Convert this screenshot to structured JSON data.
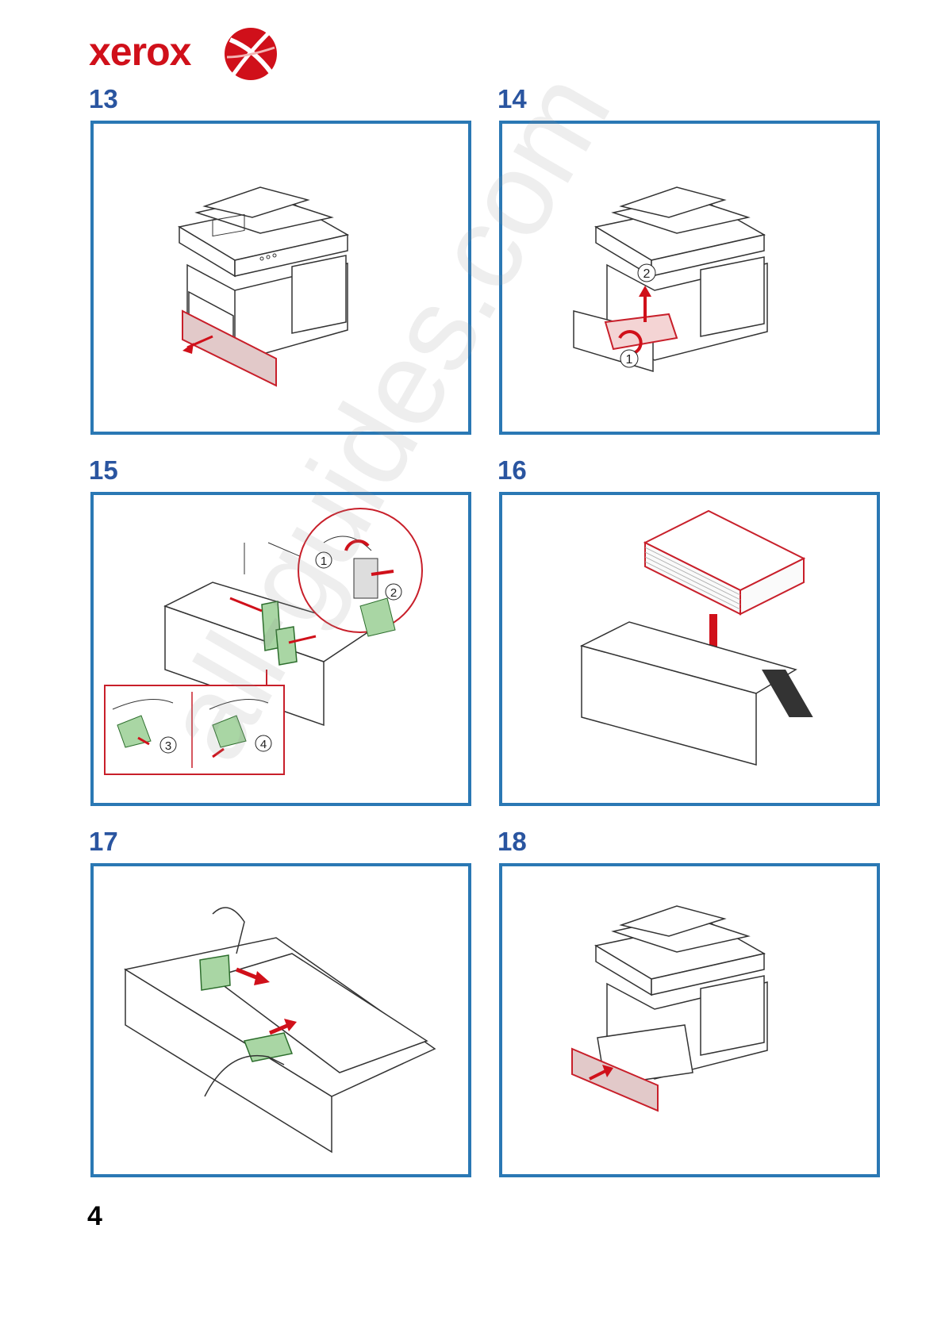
{
  "brand": {
    "name": "xerox",
    "color": "#d0101a"
  },
  "accent_color": "#2a55a0",
  "frame_color": "#2a78b4",
  "steps": [
    {
      "number": "13",
      "illustration": "pull-out-paper-tray",
      "callouts": []
    },
    {
      "number": "14",
      "illustration": "remove-tray-from-printer",
      "callouts": [
        "1",
        "2"
      ]
    },
    {
      "number": "15",
      "illustration": "adjust-paper-guides",
      "callouts": [
        "1",
        "2",
        "3",
        "4"
      ]
    },
    {
      "number": "16",
      "illustration": "load-paper-stack",
      "callouts": []
    },
    {
      "number": "17",
      "illustration": "slide-guides-against-paper",
      "callouts": []
    },
    {
      "number": "18",
      "illustration": "push-tray-back-in",
      "callouts": []
    }
  ],
  "page_number": "4",
  "watermark": "all-guides.com"
}
